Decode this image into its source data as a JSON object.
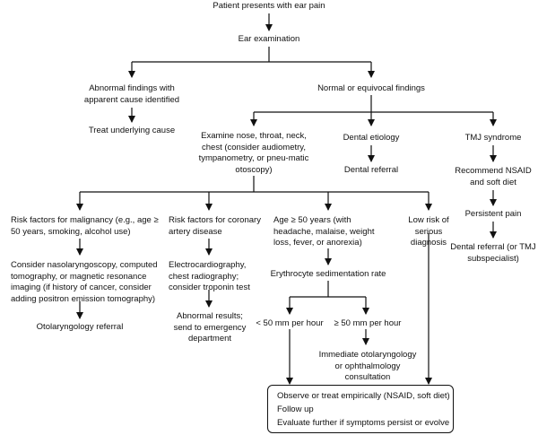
{
  "flowchart": {
    "nodes": {
      "start": "Patient presents with ear pain",
      "exam": "Ear examination",
      "abnormal": "Abnormal findings with apparent cause identified",
      "treat_cause": "Treat underlying cause",
      "normal": "Normal or equivocal findings",
      "examine_nose": "Examine nose, throat, neck, chest (consider audiometry, tympanometry, or pneu-matic otoscopy)",
      "dental": "Dental etiology",
      "dental_referral": "Dental referral",
      "tmj": "TMJ syndrome",
      "nsaid": "Recommend NSAID and soft diet",
      "persistent": "Persistent pain",
      "dental_ref_tmj": "Dental referral (or TMJ subspecialist)",
      "malignancy_risk": "Risk factors for malignancy (e.g., age ≥ 50 years, smoking, alcohol use)",
      "nasolaryngoscopy": "Consider nasolaryngoscopy, computed tomography, or magnetic resonance imaging (if history of cancer, consider adding positron emission tomography)",
      "oto_referral": "Otolaryngology referral",
      "cad_risk": "Risk factors for coronary artery disease",
      "ecg": "Electrocardiography, chest radiography; consider troponin test",
      "abnormal_results": "Abnormal results; send to emergency department",
      "age50": "Age ≥ 50 years (with headache, malaise, weight loss, fever, or anorexia)",
      "esr": "Erythrocyte sedimentation rate",
      "lt50": "< 50 mm per hour",
      "ge50": "≥ 50 mm per hour",
      "immediate": "Immediate otolaryngology or ophthalmology consultation",
      "low_risk": "Low risk of serious diagnosis"
    },
    "final": {
      "line1": "Observe or treat empirically (NSAID, soft diet)",
      "line2": "Follow up",
      "line3": "Evaluate further if symptoms persist or evolve"
    }
  }
}
